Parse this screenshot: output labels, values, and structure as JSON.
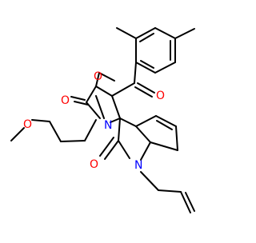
{
  "molecule": {
    "atoms": {
      "ring_oxygen": "O",
      "ketone_oxygen": "O",
      "lactam_oxygen_top": "O",
      "lactam_oxygen_bottom": "O",
      "ether_oxygen": "O",
      "pyrrolidone_nitrogen": "N",
      "indolinone_nitrogen": "N"
    },
    "colors": {
      "bond": "#000000",
      "oxygen": "#ff0000",
      "nitrogen": "#0000ff"
    }
  }
}
